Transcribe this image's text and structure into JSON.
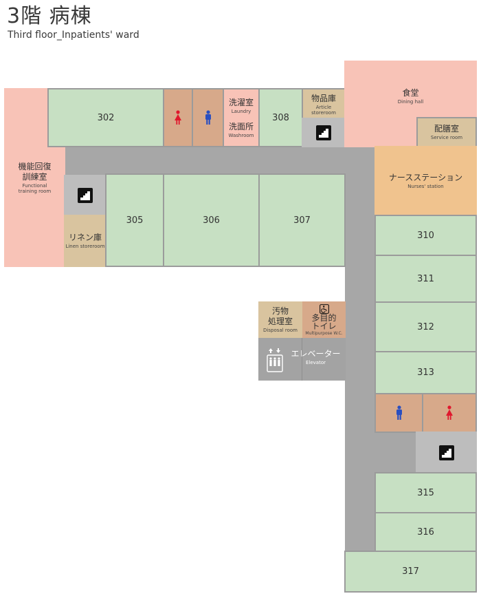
{
  "header": {
    "title": "3階  病棟",
    "subtitle": "Third floor_Inpatients' ward"
  },
  "rooms": {
    "r302": "302",
    "r305": "305",
    "r306": "306",
    "r307": "307",
    "r308": "308",
    "r310": "310",
    "r311": "311",
    "r312": "312",
    "r313": "313",
    "r315": "315",
    "r316": "316",
    "r317": "317"
  },
  "facilities": {
    "laundry": {
      "jp": "洗濯室",
      "en": "Laundry"
    },
    "washroom": {
      "jp": "洗面所",
      "en": "Washroom"
    },
    "article": {
      "jp": "物品庫",
      "en": "Article storeroom"
    },
    "dining": {
      "jp": "食堂",
      "en": "Dining hall"
    },
    "service": {
      "jp": "配膳室",
      "en": "Service room"
    },
    "nurses": {
      "jp": "ナースステーション",
      "en": "Nurses' station"
    },
    "training": {
      "jp1": "機能回復",
      "jp2": "訓練室",
      "en1": "Functional",
      "en2": "training room"
    },
    "linen": {
      "jp": "リネン庫",
      "en": "Linen storeroom"
    },
    "disposal": {
      "jp1": "汚物",
      "jp2": "処理室",
      "en": "Disposal room"
    },
    "multipurpose": {
      "jp1": "多目的",
      "jp2": "トイレ",
      "en": "Multipurpose W.C."
    },
    "elevator": {
      "jp": "エレベーター",
      "en": "Elevator"
    }
  },
  "colors": {
    "corridor": "#a7a7a7",
    "patient_room": "#c7e0c3",
    "facility_pink": "#f8c3b7",
    "storage_tan": "#d9c49f",
    "restroom_brown": "#d7a98a",
    "nurses_orange": "#f0c38e",
    "female_icon": "#e0182d",
    "male_icon": "#2a4fc0"
  }
}
